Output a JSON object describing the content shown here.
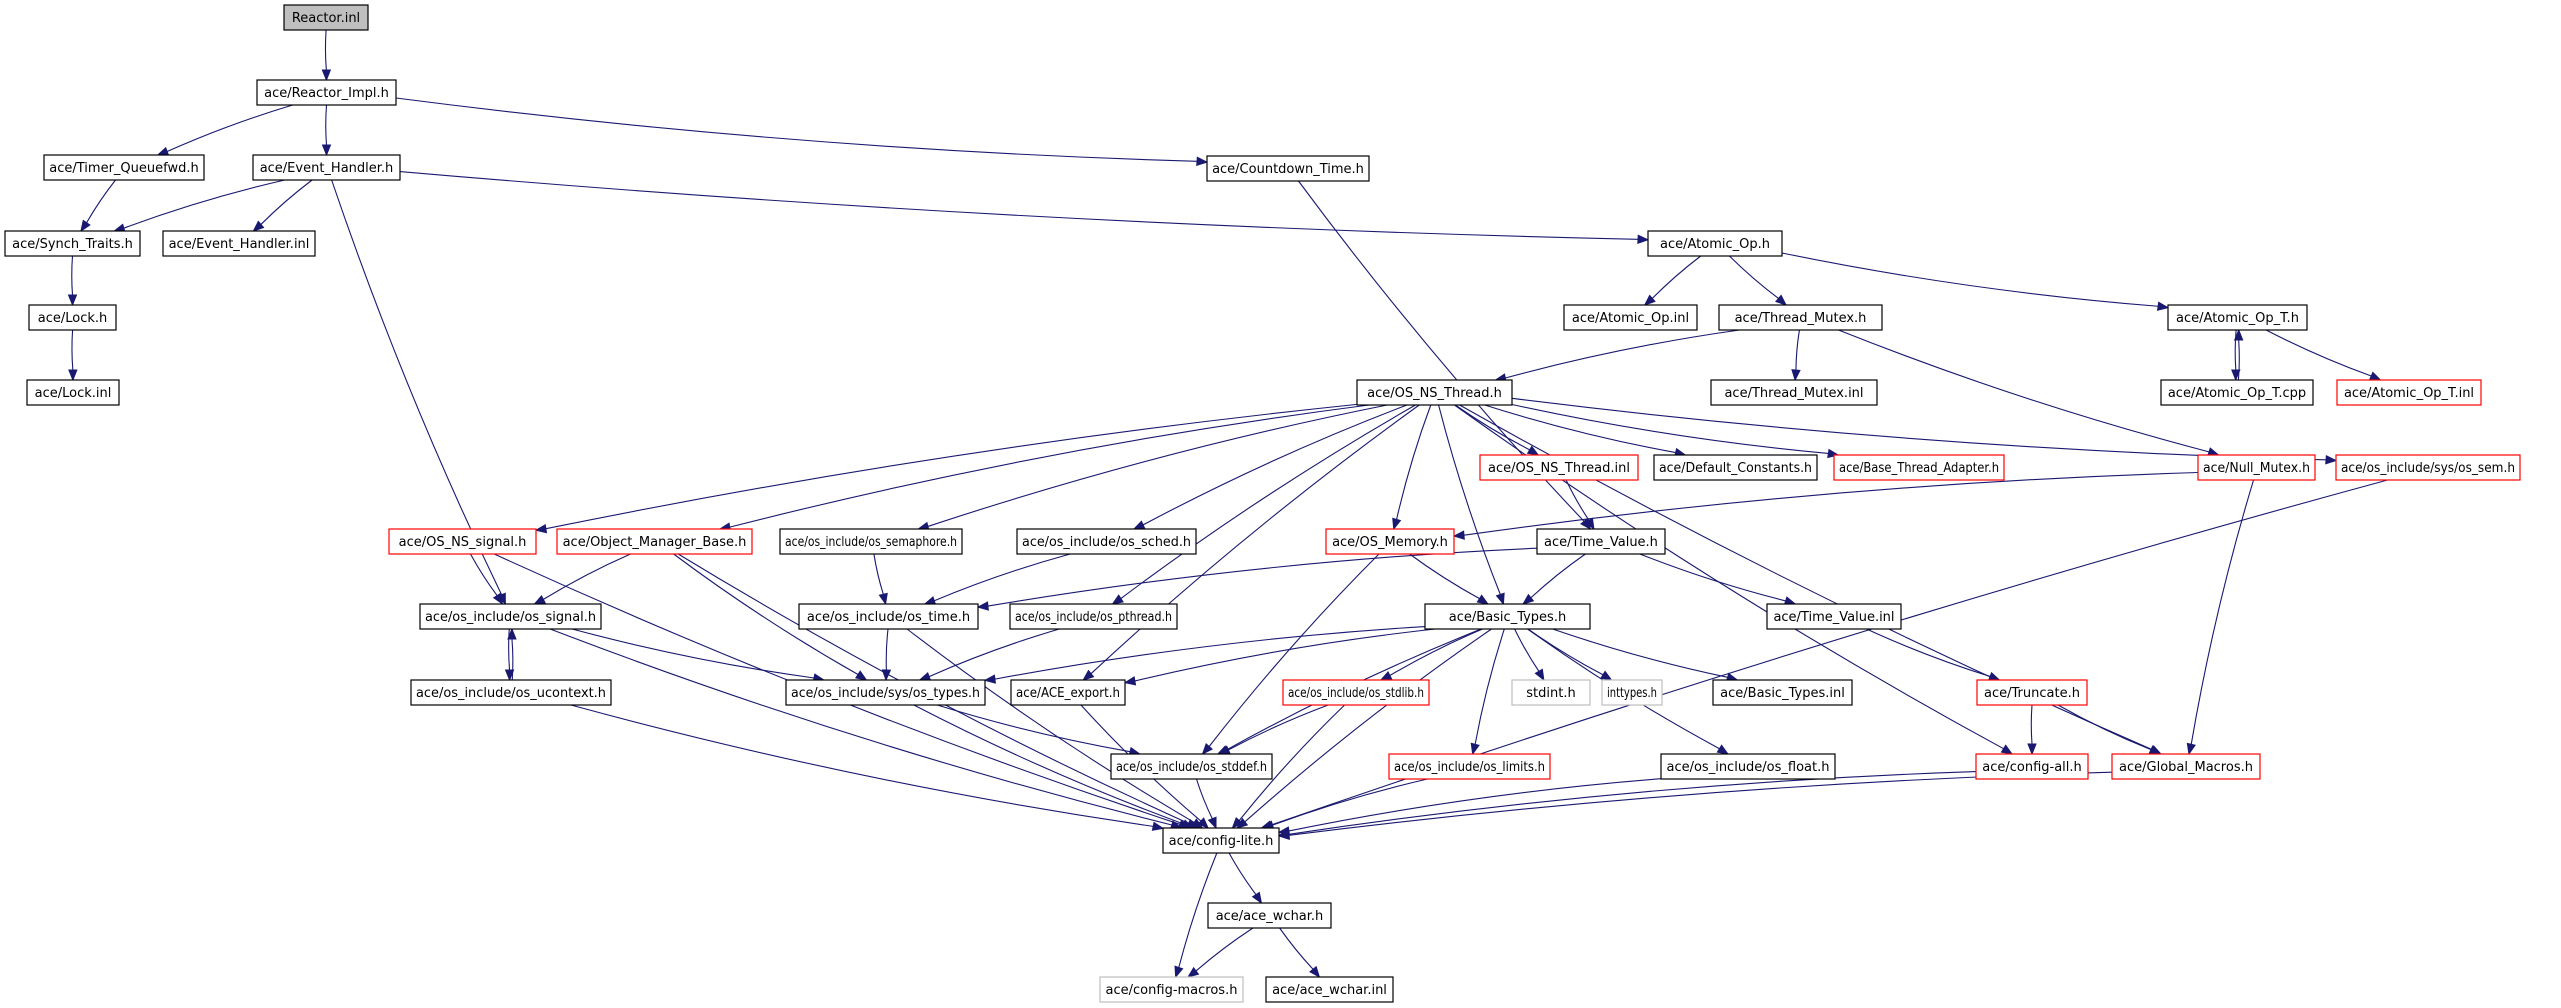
{
  "title": "Reactor.inl include dependency graph",
  "colors": {
    "edge": "#191970",
    "root_fill": "#bfbfbf",
    "node_border": "#000000",
    "undocumented_border": "#ff0000",
    "external_border": "#bfbfbf"
  },
  "nodes": [
    {
      "id": "reactor_inl",
      "label": "Reactor.inl",
      "style": "root"
    },
    {
      "id": "reactor_impl",
      "label": "ace/Reactor_Impl.h",
      "style": "normal"
    },
    {
      "id": "timer_queuefwd",
      "label": "ace/Timer_Queuefwd.h",
      "style": "normal"
    },
    {
      "id": "event_handler",
      "label": "ace/Event_Handler.h",
      "style": "normal"
    },
    {
      "id": "countdown_time",
      "label": "ace/Countdown_Time.h",
      "style": "normal"
    },
    {
      "id": "synch_traits",
      "label": "ace/Synch_Traits.h",
      "style": "normal"
    },
    {
      "id": "event_handler_inl",
      "label": "ace/Event_Handler.inl",
      "style": "normal"
    },
    {
      "id": "lock_h",
      "label": "ace/Lock.h",
      "style": "normal"
    },
    {
      "id": "lock_inl",
      "label": "ace/Lock.inl",
      "style": "normal"
    },
    {
      "id": "atomic_op",
      "label": "ace/Atomic_Op.h",
      "style": "normal"
    },
    {
      "id": "atomic_op_inl",
      "label": "ace/Atomic_Op.inl",
      "style": "normal"
    },
    {
      "id": "thread_mutex",
      "label": "ace/Thread_Mutex.h",
      "style": "normal"
    },
    {
      "id": "atomic_op_t",
      "label": "ace/Atomic_Op_T.h",
      "style": "normal"
    },
    {
      "id": "atomic_op_t_cpp",
      "label": "ace/Atomic_Op_T.cpp",
      "style": "normal"
    },
    {
      "id": "atomic_op_t_inl",
      "label": "ace/Atomic_Op_T.inl",
      "style": "red"
    },
    {
      "id": "os_ns_thread",
      "label": "ace/OS_NS_Thread.h",
      "style": "normal"
    },
    {
      "id": "thread_mutex_inl",
      "label": "ace/Thread_Mutex.inl",
      "style": "normal"
    },
    {
      "id": "os_ns_thread_inl",
      "label": "ace/OS_NS_Thread.inl",
      "style": "red"
    },
    {
      "id": "default_constants",
      "label": "ace/Default_Constants.h",
      "style": "normal"
    },
    {
      "id": "base_thread_adapter",
      "label": "ace/Base_Thread_Adapter.h",
      "style": "red"
    },
    {
      "id": "null_mutex",
      "label": "ace/Null_Mutex.h",
      "style": "red"
    },
    {
      "id": "os_sem",
      "label": "ace/os_include/sys/os_sem.h",
      "style": "red"
    },
    {
      "id": "os_ns_signal",
      "label": "ace/OS_NS_signal.h",
      "style": "red"
    },
    {
      "id": "object_manager_base",
      "label": "ace/Object_Manager_Base.h",
      "style": "red"
    },
    {
      "id": "os_semaphore",
      "label": "ace/os_include/os_semaphore.h",
      "style": "normal"
    },
    {
      "id": "os_sched",
      "label": "ace/os_include/os_sched.h",
      "style": "normal"
    },
    {
      "id": "os_memory",
      "label": "ace/OS_Memory.h",
      "style": "red"
    },
    {
      "id": "time_value",
      "label": "ace/Time_Value.h",
      "style": "normal"
    },
    {
      "id": "os_signal",
      "label": "ace/os_include/os_signal.h",
      "style": "normal"
    },
    {
      "id": "os_time",
      "label": "ace/os_include/os_time.h",
      "style": "normal"
    },
    {
      "id": "os_pthread",
      "label": "ace/os_include/os_pthread.h",
      "style": "normal"
    },
    {
      "id": "basic_types",
      "label": "ace/Basic_Types.h",
      "style": "normal"
    },
    {
      "id": "time_value_inl",
      "label": "ace/Time_Value.inl",
      "style": "normal"
    },
    {
      "id": "os_ucontext",
      "label": "ace/os_include/os_ucontext.h",
      "style": "normal"
    },
    {
      "id": "os_types",
      "label": "ace/os_include/sys/os_types.h",
      "style": "normal"
    },
    {
      "id": "ace_export",
      "label": "ace/ACE_export.h",
      "style": "normal"
    },
    {
      "id": "os_stdlib",
      "label": "ace/os_include/os_stdlib.h",
      "style": "red"
    },
    {
      "id": "stdint",
      "label": "stdint.h",
      "style": "gray"
    },
    {
      "id": "inttypes",
      "label": "inttypes.h",
      "style": "gray"
    },
    {
      "id": "basic_types_inl",
      "label": "ace/Basic_Types.inl",
      "style": "normal"
    },
    {
      "id": "truncate",
      "label": "ace/Truncate.h",
      "style": "red"
    },
    {
      "id": "os_stddef",
      "label": "ace/os_include/os_stddef.h",
      "style": "normal"
    },
    {
      "id": "os_limits",
      "label": "ace/os_include/os_limits.h",
      "style": "red"
    },
    {
      "id": "os_float",
      "label": "ace/os_include/os_float.h",
      "style": "normal"
    },
    {
      "id": "config_all",
      "label": "ace/config-all.h",
      "style": "red"
    },
    {
      "id": "global_macros",
      "label": "ace/Global_Macros.h",
      "style": "red"
    },
    {
      "id": "config_lite",
      "label": "ace/config-lite.h",
      "style": "normal"
    },
    {
      "id": "ace_wchar",
      "label": "ace/ace_wchar.h",
      "style": "normal"
    },
    {
      "id": "config_macros",
      "label": "ace/config-macros.h",
      "style": "gray"
    },
    {
      "id": "ace_wchar_inl",
      "label": "ace/ace_wchar.inl",
      "style": "normal"
    }
  ],
  "edges": [
    [
      "reactor_inl",
      "reactor_impl"
    ],
    [
      "reactor_impl",
      "timer_queuefwd"
    ],
    [
      "reactor_impl",
      "event_handler"
    ],
    [
      "reactor_impl",
      "countdown_time"
    ],
    [
      "timer_queuefwd",
      "synch_traits"
    ],
    [
      "event_handler",
      "synch_traits"
    ],
    [
      "event_handler",
      "event_handler_inl"
    ],
    [
      "event_handler",
      "atomic_op"
    ],
    [
      "event_handler",
      "os_signal"
    ],
    [
      "synch_traits",
      "lock_h"
    ],
    [
      "lock_h",
      "lock_inl"
    ],
    [
      "countdown_time",
      "time_value"
    ],
    [
      "atomic_op",
      "atomic_op_inl"
    ],
    [
      "atomic_op",
      "thread_mutex"
    ],
    [
      "atomic_op",
      "atomic_op_t"
    ],
    [
      "thread_mutex",
      "os_ns_thread"
    ],
    [
      "thread_mutex",
      "thread_mutex_inl"
    ],
    [
      "thread_mutex",
      "null_mutex"
    ],
    [
      "atomic_op_t",
      "atomic_op_t_cpp"
    ],
    [
      "atomic_op_t_cpp",
      "atomic_op_t"
    ],
    [
      "atomic_op_t",
      "atomic_op_t_inl"
    ],
    [
      "os_ns_thread",
      "os_ns_signal"
    ],
    [
      "os_ns_thread",
      "object_manager_base"
    ],
    [
      "os_ns_thread",
      "os_semaphore"
    ],
    [
      "os_ns_thread",
      "os_sched"
    ],
    [
      "os_ns_thread",
      "os_pthread"
    ],
    [
      "os_ns_thread",
      "ace_export"
    ],
    [
      "os_ns_thread",
      "os_memory"
    ],
    [
      "os_ns_thread",
      "basic_types"
    ],
    [
      "os_ns_thread",
      "os_ns_thread_inl"
    ],
    [
      "os_ns_thread",
      "default_constants"
    ],
    [
      "os_ns_thread",
      "base_thread_adapter"
    ],
    [
      "os_ns_thread",
      "os_sem"
    ],
    [
      "os_ns_thread",
      "config_all"
    ],
    [
      "os_ns_thread",
      "global_macros"
    ],
    [
      "os_ns_thread_inl",
      "time_value"
    ],
    [
      "null_mutex",
      "os_memory"
    ],
    [
      "null_mutex",
      "global_macros"
    ],
    [
      "os_sem",
      "config_lite"
    ],
    [
      "os_ns_signal",
      "os_signal"
    ],
    [
      "os_ns_signal",
      "config_lite"
    ],
    [
      "object_manager_base",
      "os_signal"
    ],
    [
      "object_manager_base",
      "os_types"
    ],
    [
      "object_manager_base",
      "config_lite"
    ],
    [
      "os_semaphore",
      "os_time"
    ],
    [
      "os_sched",
      "os_time"
    ],
    [
      "os_memory",
      "basic_types"
    ],
    [
      "os_memory",
      "os_stddef"
    ],
    [
      "time_value",
      "os_time"
    ],
    [
      "time_value",
      "basic_types"
    ],
    [
      "time_value",
      "time_value_inl"
    ],
    [
      "os_signal",
      "os_ucontext"
    ],
    [
      "os_ucontext",
      "os_signal"
    ],
    [
      "os_signal",
      "os_types"
    ],
    [
      "os_signal",
      "config_lite"
    ],
    [
      "os_ucontext",
      "config_lite"
    ],
    [
      "os_time",
      "os_types"
    ],
    [
      "os_time",
      "config_lite"
    ],
    [
      "os_pthread",
      "os_types"
    ],
    [
      "basic_types",
      "os_types"
    ],
    [
      "basic_types",
      "ace_export"
    ],
    [
      "basic_types",
      "os_stdlib"
    ],
    [
      "basic_types",
      "os_stddef"
    ],
    [
      "basic_types",
      "stdint"
    ],
    [
      "basic_types",
      "inttypes"
    ],
    [
      "basic_types",
      "basic_types_inl"
    ],
    [
      "basic_types",
      "os_limits"
    ],
    [
      "basic_types",
      "os_float"
    ],
    [
      "basic_types",
      "config_lite"
    ],
    [
      "time_value_inl",
      "truncate"
    ],
    [
      "truncate",
      "config_all"
    ],
    [
      "truncate",
      "global_macros"
    ],
    [
      "os_types",
      "os_stddef"
    ],
    [
      "os_types",
      "config_lite"
    ],
    [
      "ace_export",
      "config_lite"
    ],
    [
      "os_stdlib",
      "os_stddef"
    ],
    [
      "os_stdlib",
      "config_lite"
    ],
    [
      "os_stddef",
      "config_lite"
    ],
    [
      "os_limits",
      "config_lite"
    ],
    [
      "os_float",
      "config_lite"
    ],
    [
      "config_all",
      "config_lite"
    ],
    [
      "global_macros",
      "config_lite"
    ],
    [
      "config_lite",
      "config_macros"
    ],
    [
      "config_lite",
      "ace_wchar"
    ],
    [
      "ace_wchar",
      "config_macros"
    ],
    [
      "ace_wchar",
      "ace_wchar_inl"
    ]
  ]
}
